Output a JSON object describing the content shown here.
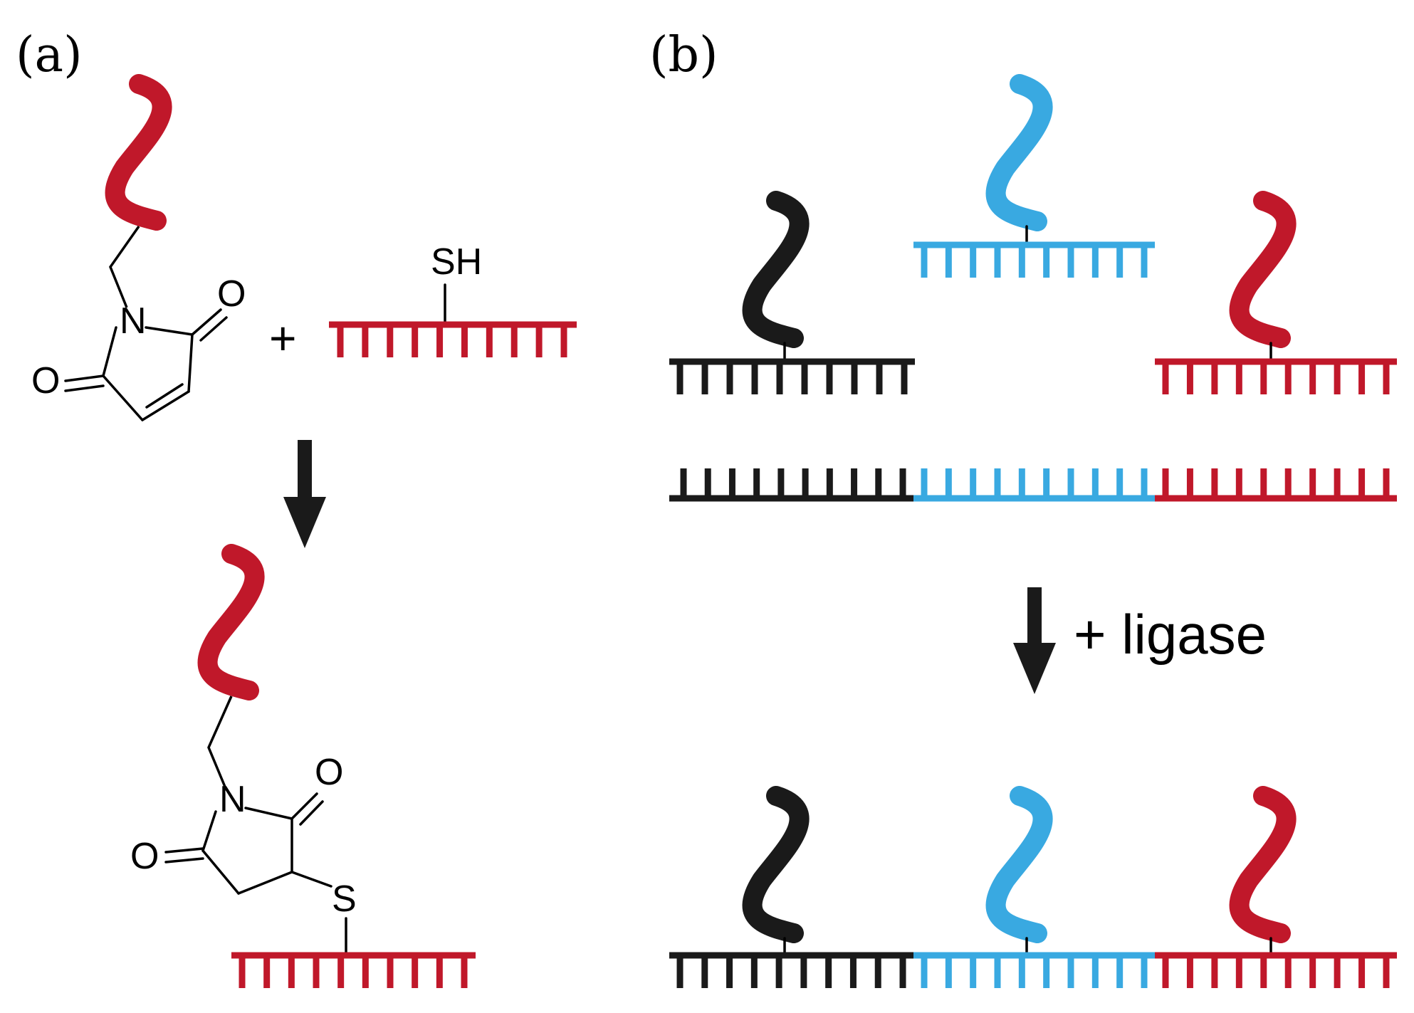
{
  "panel_a": {
    "label": "(a)",
    "maleimide": {
      "n": "N",
      "o_top": "O",
      "o_left": "O"
    },
    "plus": "+",
    "thiol": "SH",
    "product": {
      "n": "N",
      "o_top": "O",
      "o_left": "O",
      "s": "S"
    }
  },
  "panel_b": {
    "label": "(b)",
    "reaction_note": "+ ligase"
  },
  "colors": {
    "red": "#c0182a",
    "blue": "#39a9e1",
    "black": "#1a1a1a"
  }
}
